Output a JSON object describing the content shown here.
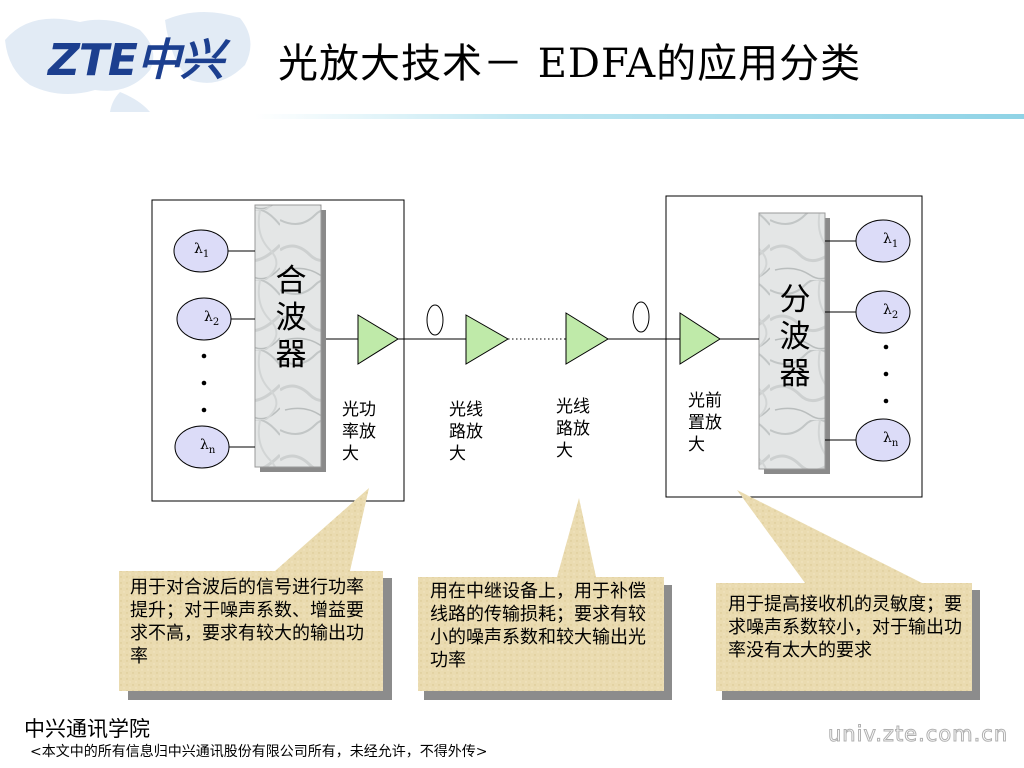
{
  "logo": {
    "text": "ZTE中兴",
    "color": "#1c3f8f"
  },
  "title": "光放大技术－ EDFA的应用分类",
  "transmitter": {
    "multiplexer_label": "合波器",
    "channels": [
      {
        "symbol": "λ",
        "sub": "1"
      },
      {
        "symbol": "λ",
        "sub": "2"
      },
      {
        "symbol": "λ",
        "sub": "n"
      }
    ]
  },
  "receiver": {
    "demultiplexer_label": "分波器",
    "channels": [
      {
        "symbol": "λ",
        "sub": "1"
      },
      {
        "symbol": "λ",
        "sub": "2"
      },
      {
        "symbol": "λ",
        "sub": "n"
      }
    ]
  },
  "amplifiers": [
    {
      "label": "光功率放大"
    },
    {
      "label": "光线路放大"
    },
    {
      "label": "光线路放大"
    },
    {
      "label": "光前置放大"
    }
  ],
  "callouts": [
    {
      "text": "用于对合波后的信号进行功率提升；对于噪声系数、增益要求不高，要求有较大的输出功率"
    },
    {
      "text": "用在中继设备上，用于补偿线路的传输损耗；要求有较小的噪声系数和较大输出光功率"
    },
    {
      "text": "用于提高接收机的灵敏度；要求噪声系数较小，对于输出功率没有太大的要求"
    }
  ],
  "footer": {
    "org": "中兴通讯学院",
    "notice": "<本文中的所有信息归中兴通讯股份有限公司所有，未经允许，不得外传>",
    "url": "univ.zte.com.cn"
  },
  "colors": {
    "amplifier_fill": "#bfeaa9",
    "channel_fill": "#dcdcf8",
    "callout_fill": "#e9d7a6",
    "title_rule": "#9ad8e8"
  }
}
